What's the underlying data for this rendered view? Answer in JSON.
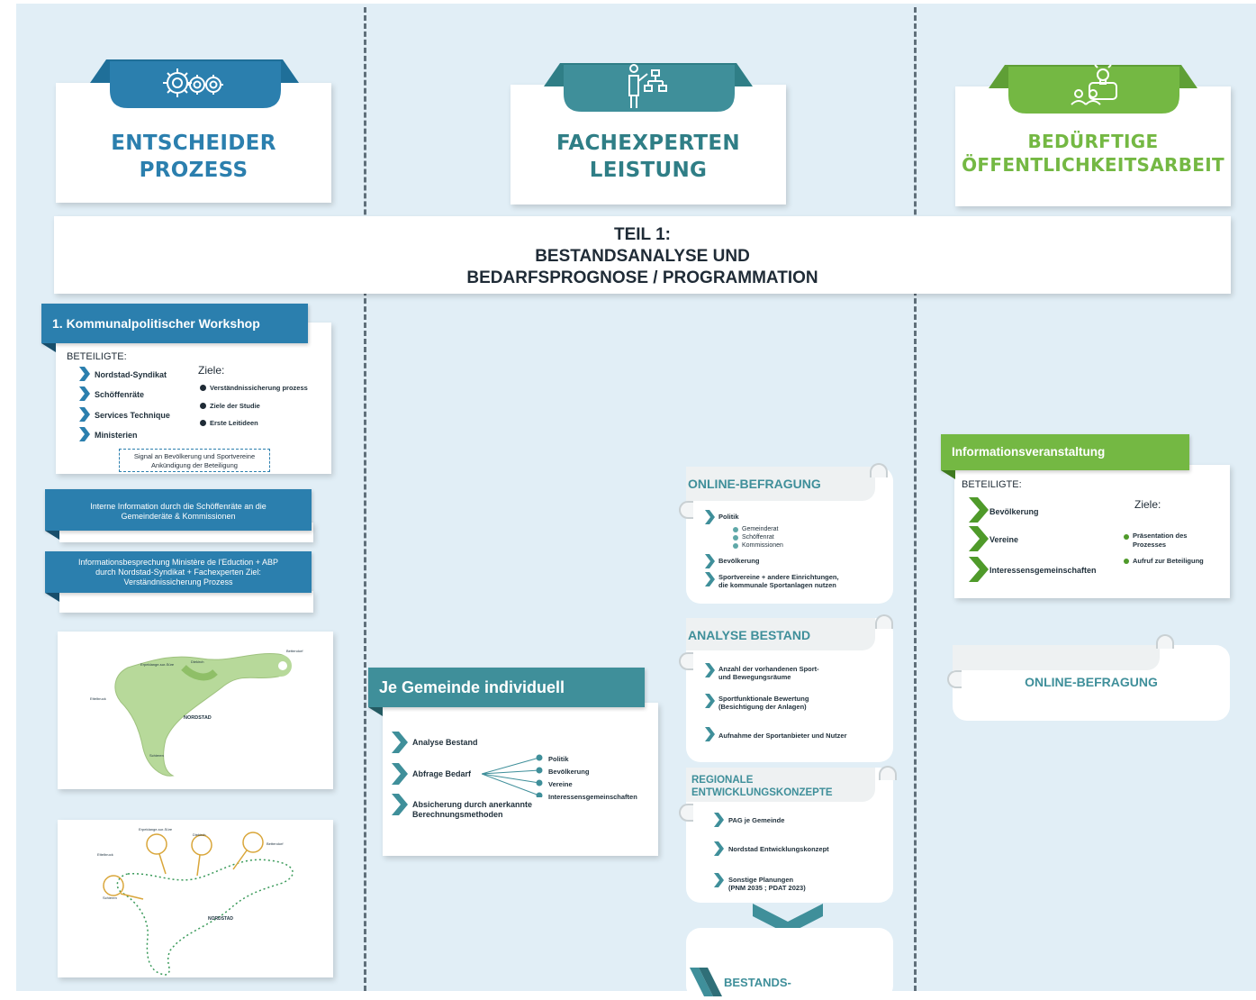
{
  "colors": {
    "blue": "#2b7fae",
    "teal": "#3f8f9a",
    "green": "#74b843",
    "dark_teal": "#257f86"
  },
  "columns": [
    {
      "title_line1": "ENTSCHEIDER",
      "title_line2": "PROZESS",
      "icon": "gears-icon"
    },
    {
      "title_line1": "FACHEXPERTEN",
      "title_line2": "LEISTUNG",
      "icon": "presenter-flowchart-icon"
    },
    {
      "title_line1": "BEDÜRFTIGE",
      "title_line2": "ÖFFENTLICHKEITSARBEIT",
      "icon": "people-lightbulb-icon"
    }
  ],
  "banner": {
    "line1": "TEIL 1:",
    "line2": "BESTANDSANALYSE UND",
    "line3": "BEDARFSPROGNOSE / PROGRAMMATION"
  },
  "workshop": {
    "title": "1. Kommunalpolitischer Workshop",
    "participants_label": "BETEILIGTE:",
    "participants": [
      "Nordstad-Syndikat",
      "Schöffenräte",
      "Services Technique",
      "Ministerien"
    ],
    "goals_label": "Ziele:",
    "goals": [
      "Verständnissicherung prozess",
      "Ziele der Studie",
      "Erste Leitideen"
    ],
    "signal_line1": "Signal an Bevölkerung und Sportvereine",
    "signal_line2": "Ankündigung der Beteiligung"
  },
  "interne": {
    "line1": "Interne Information durch die Schöffenräte an die",
    "line2": "Gemeinderäte & Kommissionen"
  },
  "besprechung": {
    "line1": "Informationsbesprechung Ministère de l'Eduction + ABP",
    "line2": "durch Nordstad-Syndikat + Fachexperten Ziel:",
    "line3": "Verständnissicherung Prozess"
  },
  "map1": {
    "label_center": "NORDSTAD",
    "labels": [
      "Ettelbruck",
      "Erpeldange-sur-Sûre",
      "Diekirch",
      "Bettendorf",
      "Schieren"
    ]
  },
  "map2": {
    "label_center": "NORDSTAD",
    "labels": [
      "Erpeldange-sur-Sûre",
      "Diekirch",
      "Bettendorf",
      "Ettelbruck",
      "Schieren"
    ]
  },
  "gemeinde": {
    "title": "Je Gemeinde individuell",
    "items": [
      "Analyse Bestand",
      "Abfrage Bedarf",
      "Absicherung durch anerkannte",
      "Berechnungsmethoden"
    ],
    "branches": [
      "Politik",
      "Bevölkerung",
      "Vereine",
      "Interessensgemeinschaften"
    ]
  },
  "online": {
    "title": "ONLINE-BEFRAGUNG",
    "item1": "Politik",
    "sub": [
      "Gemeinderat",
      "Schöffenrat",
      "Kommissionen"
    ],
    "item2": "Bevölkerung",
    "item3_line1": "Sportvereine + andere Einrichtungen,",
    "item3_line2": "die kommunale Sportanlagen nutzen"
  },
  "analyse": {
    "title": "ANALYSE BESTAND",
    "items": [
      {
        "l1": "Anzahl der vorhandenen Sport-",
        "l2": "und Bewegungsräume"
      },
      {
        "l1": "Sportfunktionale Bewertung",
        "l2": "(Besichtigung der Anlagen)"
      },
      {
        "l1": "Aufnahme der Sportanbieter und Nutzer",
        "l2": ""
      }
    ]
  },
  "regionale": {
    "title_line1": "REGIONALE",
    "title_line2": "ENTWICKLUNGSKONZEPTE",
    "items": [
      {
        "l1": "PAG je Gemeinde",
        "l2": ""
      },
      {
        "l1": "Nordstad Entwicklungskonzept",
        "l2": ""
      },
      {
        "l1": "Sonstige Planungen",
        "l2": "(PNM 2035 ; PDAT 2023)"
      }
    ]
  },
  "bestands": {
    "title": "BESTANDS-"
  },
  "info": {
    "title": "Informationsveranstaltung",
    "participants_label": "BETEILIGTE:",
    "participants": [
      "Bevölkerung",
      "Vereine",
      "Interessensgemeinschaften"
    ],
    "goals_label": "Ziele:",
    "goals": [
      {
        "l1": "Präsentation des",
        "l2": "Prozesses"
      },
      {
        "l1": "Aufruf zur Beteiligung",
        "l2": ""
      }
    ]
  },
  "online_right": {
    "title": "ONLINE-BEFRAGUNG"
  }
}
